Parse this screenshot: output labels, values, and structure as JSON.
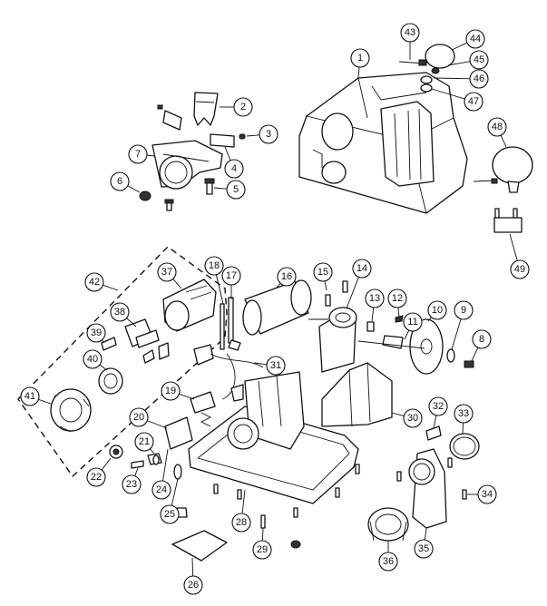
{
  "diagram": {
    "parts": [
      "1",
      "2",
      "3",
      "4",
      "5",
      "6",
      "7",
      "8",
      "9",
      "10",
      "11",
      "12",
      "13",
      "14",
      "15",
      "16",
      "17",
      "18",
      "19",
      "20",
      "21",
      "22",
      "23",
      "24",
      "25",
      "26",
      "28",
      "29",
      "30",
      "31",
      "32",
      "33",
      "34",
      "35",
      "36",
      "37",
      "38",
      "39",
      "40",
      "41",
      "42",
      "43",
      "44",
      "45",
      "46",
      "47",
      "48",
      "49"
    ]
  }
}
